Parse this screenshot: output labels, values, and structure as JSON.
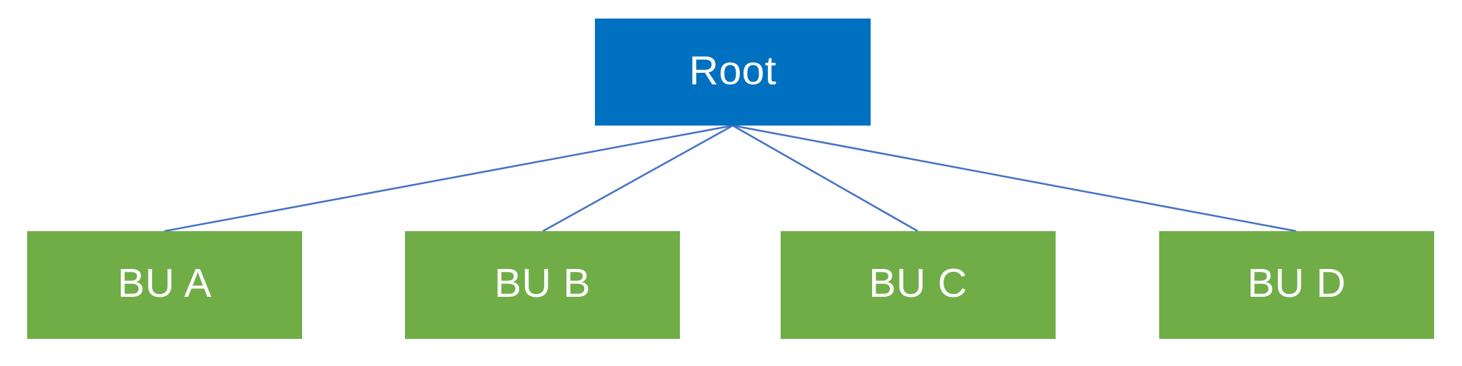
{
  "diagram": {
    "type": "org-chart",
    "root": {
      "label": "Root"
    },
    "children": [
      {
        "label": "BU A"
      },
      {
        "label": "BU B"
      },
      {
        "label": "BU C"
      },
      {
        "label": "BU D"
      }
    ],
    "colors": {
      "root_fill": "#0070C0",
      "child_fill": "#70AD47",
      "connector": "#4472C4",
      "label_text": "#FFFFFF",
      "background": "#FFFFFF"
    }
  }
}
